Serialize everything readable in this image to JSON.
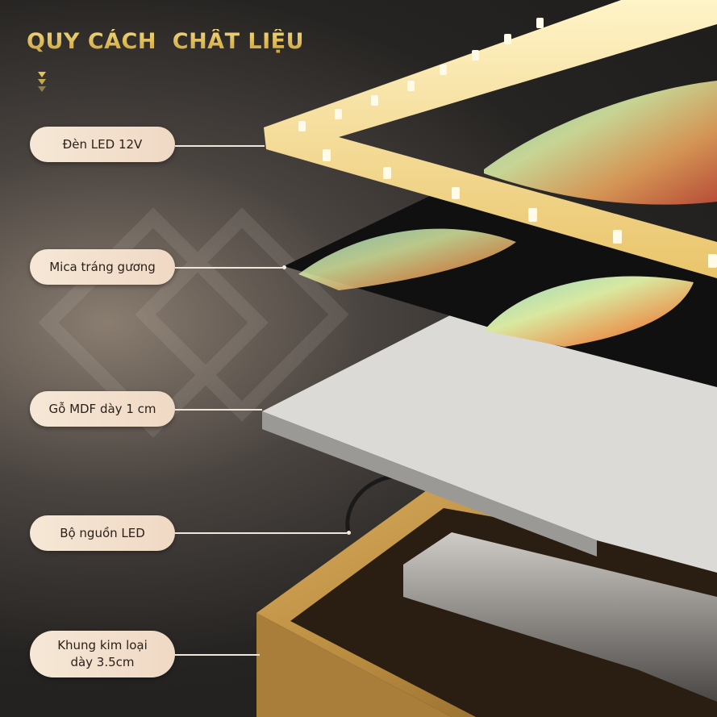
{
  "title": {
    "part1": "QUY CÁCH",
    "part2": "CHẤT LIỆU"
  },
  "labels": [
    {
      "text": "Đèn LED 12V"
    },
    {
      "text": "Mica tráng gương"
    },
    {
      "text": "Gỗ MDF dày 1 cm"
    },
    {
      "text": "Bộ nguồn LED"
    },
    {
      "line1": "Khung kim loại",
      "line2": "dày 3.5cm"
    }
  ],
  "colors": {
    "accent": "#e3c15a",
    "pill": "#f3e2cf",
    "gold_frame": "#b88a3e"
  }
}
